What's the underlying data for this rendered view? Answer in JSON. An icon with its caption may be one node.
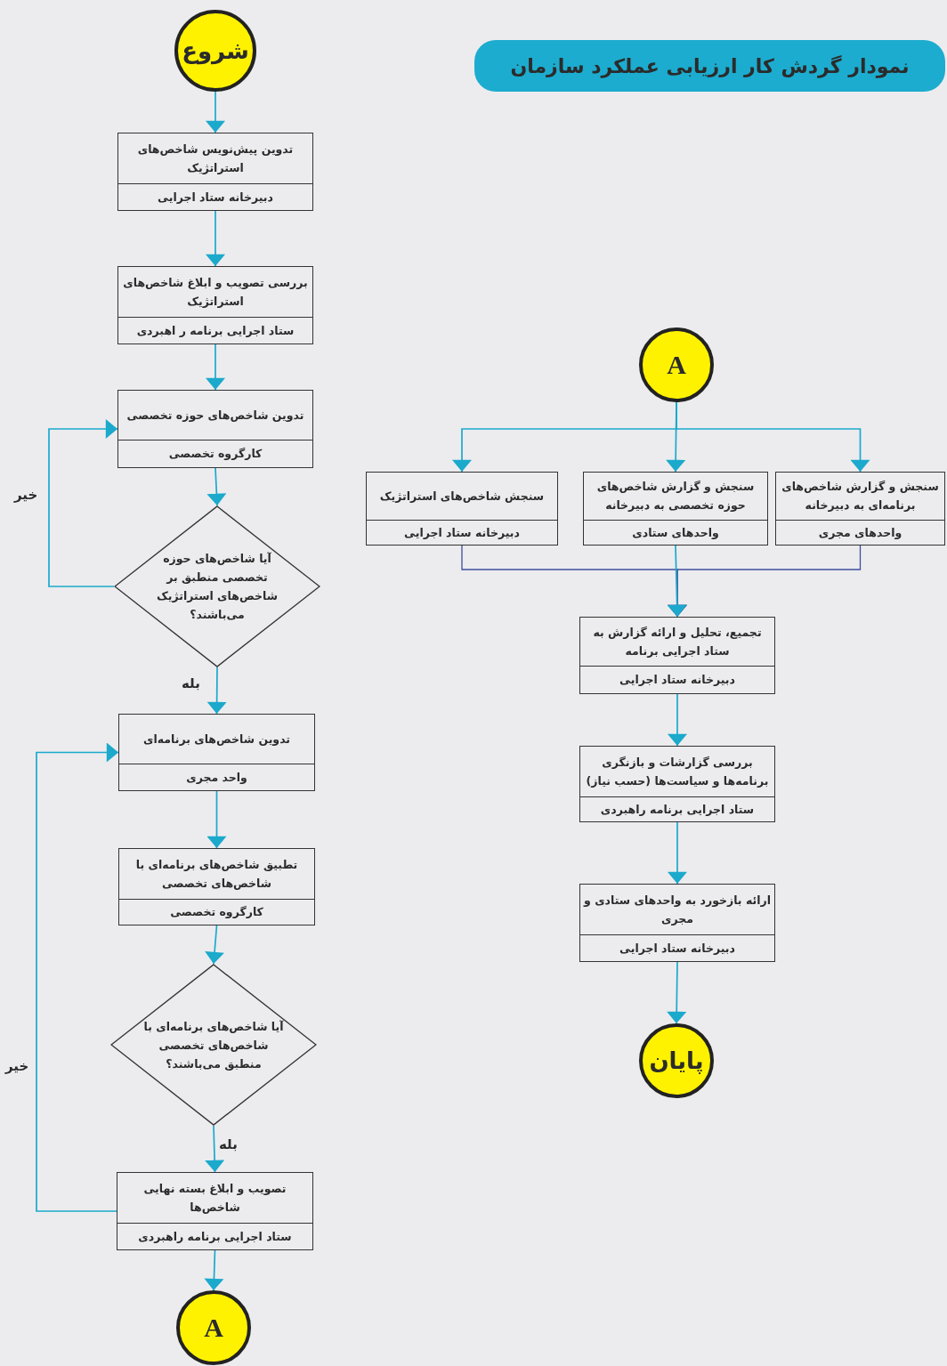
{
  "diagram": {
    "title": "نمودار گردش کار ارزیابی عملکرد سازمان",
    "nodes": [
      {
        "text": [
          "شروع"
        ]
      },
      {
        "text": [
          "تدوین پیش‌نویس شاخص‌های استراتژیک",
          "دبیرخانه ستاد اجرایی"
        ]
      },
      {
        "text": [
          "بررسی تصویب و ابلاغ شاخص‌های استراتژیک",
          "ستاد اجرایی برنامه ر اهبردی"
        ]
      },
      {
        "text": [
          "تدوین شاخص‌های حوزه تخصصی",
          "کارگروه تخصصی"
        ]
      },
      {
        "text": [
          "آیا شاخص‌های حوزه تخصصی منطبق بر شاخص‌های استراتژیک می‌باشند؟"
        ]
      },
      {
        "text": [
          "تدوین شاخص‌های برنامه‌ای",
          "واحد مجری"
        ]
      },
      {
        "text": [
          "تطبیق شاخص‌های برنامه‌ای با شاخص‌های تخصصی",
          "کارگروه تخصصی"
        ]
      },
      {
        "text": [
          "آیا شاخص‌های برنامه‌ای با شاخص‌های تخصصی منطبق می‌باشند؟"
        ]
      },
      {
        "text": [
          "تصویب و ابلاغ بسته نهایی شاخص‌ها",
          "ستاد اجرایی برنامه راهبردی"
        ]
      },
      {
        "text": [
          "A"
        ]
      },
      {
        "text": [
          "A"
        ]
      },
      {
        "text": [
          "سنجش شاخص‌های استراتژیک",
          "دبیرخانه ستاد اجرایی"
        ]
      },
      {
        "text": [
          "سنجش و گزارش شاخص‌های حوزه تخصصی به دبیرخانه",
          "واحدهای ستادی"
        ]
      },
      {
        "text": [
          "سنجش و گزارش شاخص‌های برنامه‌ای به دبیرخانه",
          "واحدهای مجری"
        ]
      },
      {
        "text": [
          "تجمیع، تحلیل و ارائه گزارش به ستاد اجرایی برنامه",
          "دبیرخانه ستاد اجرایی"
        ]
      },
      {
        "text": [
          "بررسی گزارشات و بازنگری برنامه‌ها و سیاست‌ها (حسب نیاز)",
          "ستاد اجرایی برنامه راهبردی"
        ]
      },
      {
        "text": [
          "ارائه بازخورد به واحدهای ستادی و مجری",
          "دبیرخانه ستاد اجرایی"
        ]
      },
      {
        "text": [
          "پایان"
        ]
      }
    ],
    "edges": [
      {
        "from": 0,
        "to": 1,
        "arrow": "to"
      },
      {
        "from": 1,
        "to": 2,
        "arrow": "to"
      },
      {
        "from": 2,
        "to": 3,
        "arrow": "to"
      },
      {
        "from": 3,
        "to": 4,
        "arrow": "to"
      },
      {
        "from": 4,
        "to": 5,
        "arrow": "to",
        "label": "بله"
      },
      {
        "from": 4,
        "to": 3,
        "arrow": "to",
        "label": "خیر"
      },
      {
        "from": 5,
        "to": 6,
        "arrow": "to"
      },
      {
        "from": 6,
        "to": 7,
        "arrow": "to"
      },
      {
        "from": 7,
        "to": 8,
        "arrow": "to",
        "label": "بله"
      },
      {
        "from": 8,
        "to": 5,
        "arrow": "to",
        "label": "خیر"
      },
      {
        "from": 8,
        "to": 9,
        "arrow": "to"
      },
      {
        "from": 10,
        "to": 11,
        "arrow": "to"
      },
      {
        "from": 10,
        "to": 12,
        "arrow": "to"
      },
      {
        "from": 10,
        "to": 13,
        "arrow": "to"
      },
      {
        "from": 11,
        "to": 14,
        "arrow": "to",
        "color": "#3d4f9e"
      },
      {
        "from": 13,
        "to": 14,
        "arrow": "to",
        "color": "#3d4f9e"
      },
      {
        "from": 12,
        "to": 14,
        "arrow": "to"
      },
      {
        "from": 14,
        "to": 15,
        "arrow": "to"
      },
      {
        "from": 15,
        "to": 16,
        "arrow": "to"
      },
      {
        "from": 16,
        "to": 17,
        "arrow": "to"
      }
    ]
  }
}
